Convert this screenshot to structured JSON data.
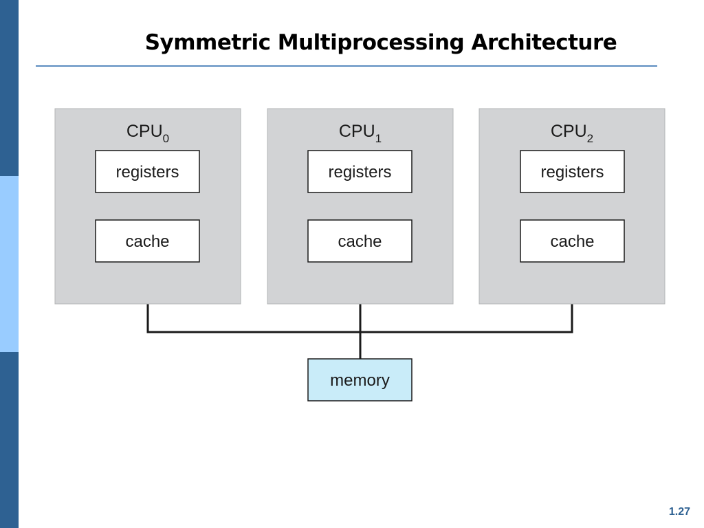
{
  "slide": {
    "title": "Symmetric Multiprocessing Architecture",
    "page_number": "1.27",
    "colors": {
      "sidebar_dark": "#2e6192",
      "sidebar_light": "#99ccff",
      "title_rule": "#5b8cc0",
      "cpu_fill": "#d2d3d5",
      "memory_fill": "#c9ecf9",
      "wire": "#1a1a1a"
    }
  },
  "diagram": {
    "cpus": [
      {
        "name": "CPU",
        "index": "0",
        "registers_label": "registers",
        "cache_label": "cache"
      },
      {
        "name": "CPU",
        "index": "1",
        "registers_label": "registers",
        "cache_label": "cache"
      },
      {
        "name": "CPU",
        "index": "2",
        "registers_label": "registers",
        "cache_label": "cache"
      }
    ],
    "memory_label": "memory"
  }
}
